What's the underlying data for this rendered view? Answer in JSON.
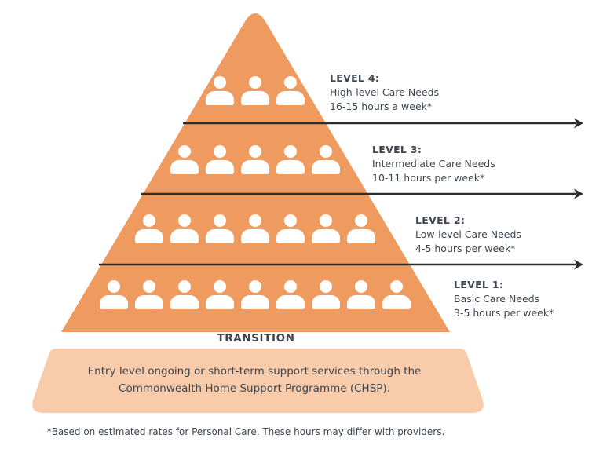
{
  "diagram": {
    "title_implicit": "Home care package levels pyramid",
    "transition_label": "TRANSITION",
    "levels": [
      {
        "name": "Level 4",
        "heading": "LEVEL 4:",
        "care": "High-level Care Needs",
        "hours": "16-15 hours a week*",
        "people": 3
      },
      {
        "name": "Level 3",
        "heading": "LEVEL 3:",
        "care": "Intermediate Care Needs",
        "hours": "10-11 hours per week*",
        "people": 5
      },
      {
        "name": "Level 2",
        "heading": "LEVEL 2:",
        "care": "Low-level Care Needs",
        "hours": "4-5 hours per week*",
        "people": 7
      },
      {
        "name": "Level 1",
        "heading": "LEVEL 1:",
        "care": "Basic Care Needs",
        "hours": "3-5 hours per week*",
        "people": 9
      }
    ],
    "chsp": {
      "line1": "Entry level ongoing or short-term support services through the",
      "line2": "Commonwealth Home Support Programme (CHSP)."
    },
    "footnote": "*Based on estimated rates for Personal Care. These hours may differ with providers."
  },
  "colors": {
    "pyramid": "#EF9B60",
    "chsp_band": "#F8CCAB",
    "person": "#FFFFFF",
    "arrow": "#2D2D2D",
    "text": "#3E4651"
  },
  "icons": {
    "person": "person-icon (white head circle + rounded torso)",
    "arrow": "right-arrow-icon (horizontal rule with right-pointing head)"
  }
}
